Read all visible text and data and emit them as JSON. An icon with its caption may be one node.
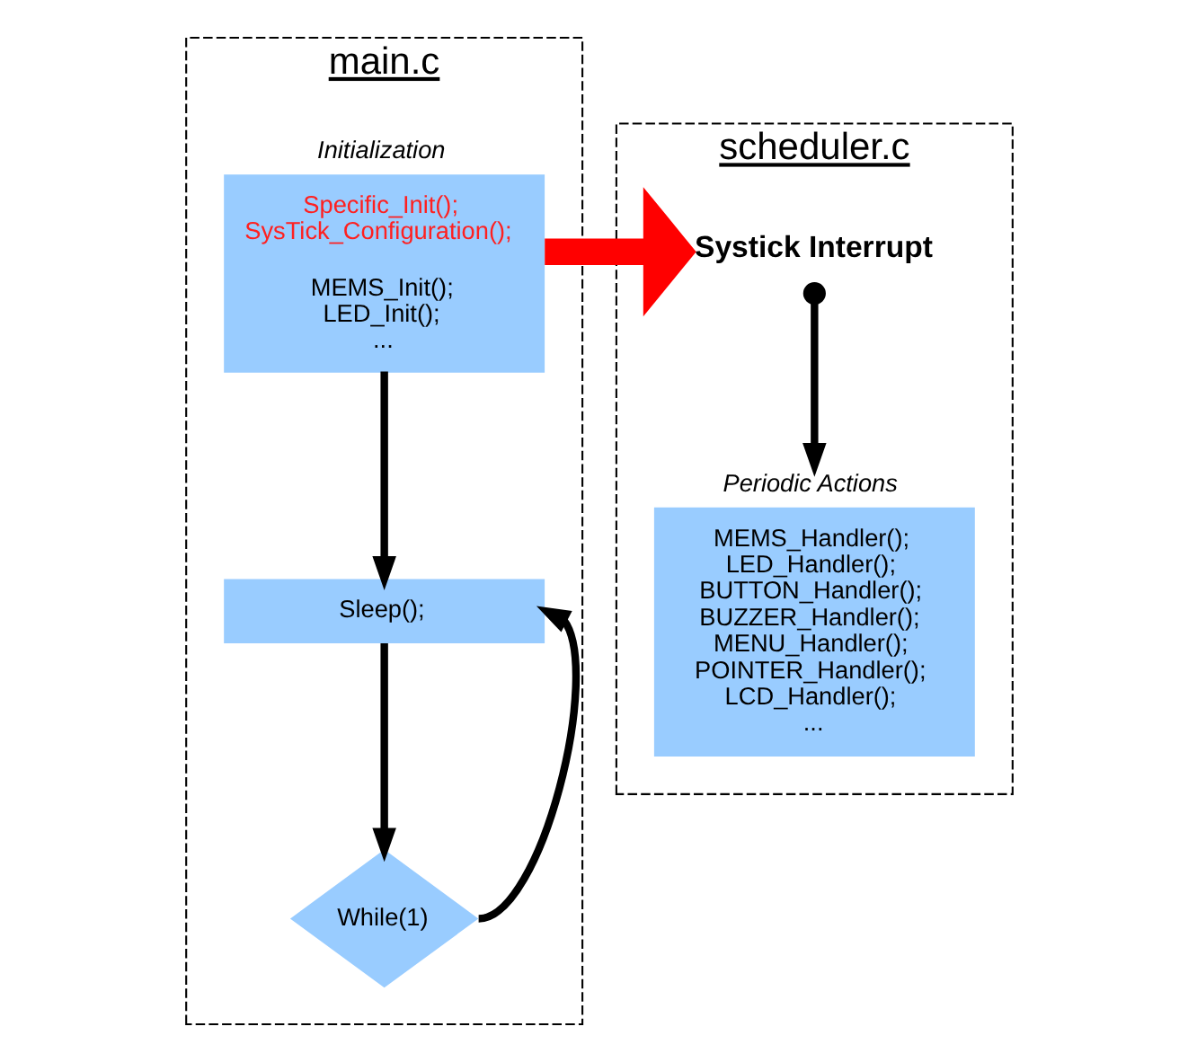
{
  "diagram": {
    "nodes": [
      {
        "text": [
          "main.c"
        ]
      },
      {
        "text": [
          "Specific_Init(); SysTick_Configuration();",
          "MEMS_Init(); LED_Init(); ..."
        ],
        "beside": [
          "Initialization"
        ],
        "in": 0
      },
      {
        "text": [
          "Sleep();"
        ],
        "in": 0
      },
      {
        "text": [
          "While(1)"
        ],
        "in": 0
      },
      {
        "text": [
          "scheduler.c"
        ]
      },
      {
        "text": [
          "Systick Interrupt"
        ],
        "in": 4
      },
      {
        "text": [
          "MEMS_Handler(); LED_Handler(); BUTTON_Handler(); BUZZER_Handler(); MENU_Handler(); POINTER_Handler(); LCD_Handler(); ..."
        ],
        "beside": [
          "Periodic Actions"
        ],
        "in": 4
      }
    ],
    "edges": [
      {
        "from": 1,
        "to": 5,
        "arrow": "to",
        "style": "thick",
        "color": "#ff0000"
      },
      {
        "from": 5,
        "to": 6,
        "arrow": "to"
      },
      {
        "from": 1,
        "to": 2,
        "arrow": "to"
      },
      {
        "from": 2,
        "to": 3,
        "arrow": "to"
      },
      {
        "from": 3,
        "to": 2,
        "arrow": "to"
      }
    ]
  }
}
